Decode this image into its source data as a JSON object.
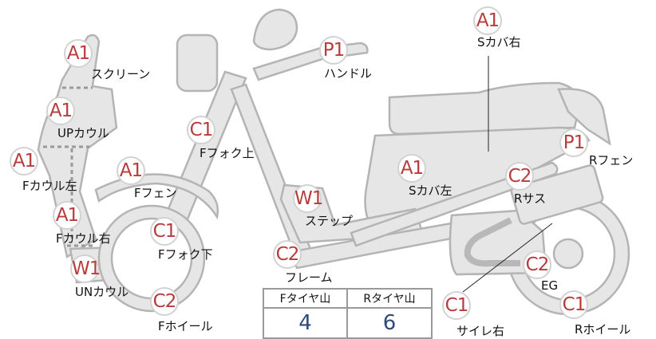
{
  "parts": [
    {
      "id": "screen",
      "grade": "A1",
      "label": "スクリーン"
    },
    {
      "id": "up-cowl",
      "grade": "A1",
      "label": "UPカウル"
    },
    {
      "id": "f-cowl-left",
      "grade": "A1",
      "label": "Fカウル左"
    },
    {
      "id": "f-cowl-right",
      "grade": "A1",
      "label": "Fカウル右"
    },
    {
      "id": "un-cowl",
      "grade": "W1",
      "label": "UNカウル"
    },
    {
      "id": "f-wheel",
      "grade": "C2",
      "label": "Fホイール"
    },
    {
      "id": "f-fender",
      "grade": "A1",
      "label": "Fフェン"
    },
    {
      "id": "f-fork-lower",
      "grade": "C1",
      "label": "Fフォク下"
    },
    {
      "id": "f-fork-upper",
      "grade": "C1",
      "label": "Fフォク上"
    },
    {
      "id": "handle",
      "grade": "P1",
      "label": "ハンドル"
    },
    {
      "id": "step",
      "grade": "W1",
      "label": "ステップ"
    },
    {
      "id": "frame",
      "grade": "C2",
      "label": "フレーム"
    },
    {
      "id": "s-cover-left",
      "grade": "A1",
      "label": "Sカバ左"
    },
    {
      "id": "s-cover-right",
      "grade": "A1",
      "label": "Sカバ右"
    },
    {
      "id": "r-fender",
      "grade": "P1",
      "label": "Rフェン"
    },
    {
      "id": "r-suspension",
      "grade": "C2",
      "label": "Rサス"
    },
    {
      "id": "engine",
      "grade": "C2",
      "label": "EG"
    },
    {
      "id": "muffler-right",
      "grade": "C1",
      "label": "サイレ右"
    },
    {
      "id": "r-wheel",
      "grade": "C1",
      "label": "Rホイール"
    }
  ],
  "tread": {
    "front_label": "Fタイヤ山",
    "rear_label": "Rタイヤ山",
    "front_value": "4",
    "rear_value": "6"
  },
  "colors": {
    "grade_text": "#b83c3c",
    "tread_value": "#2e4a7a",
    "part_fill": "#e6e6e6",
    "part_stroke": "#b4b4b4"
  }
}
